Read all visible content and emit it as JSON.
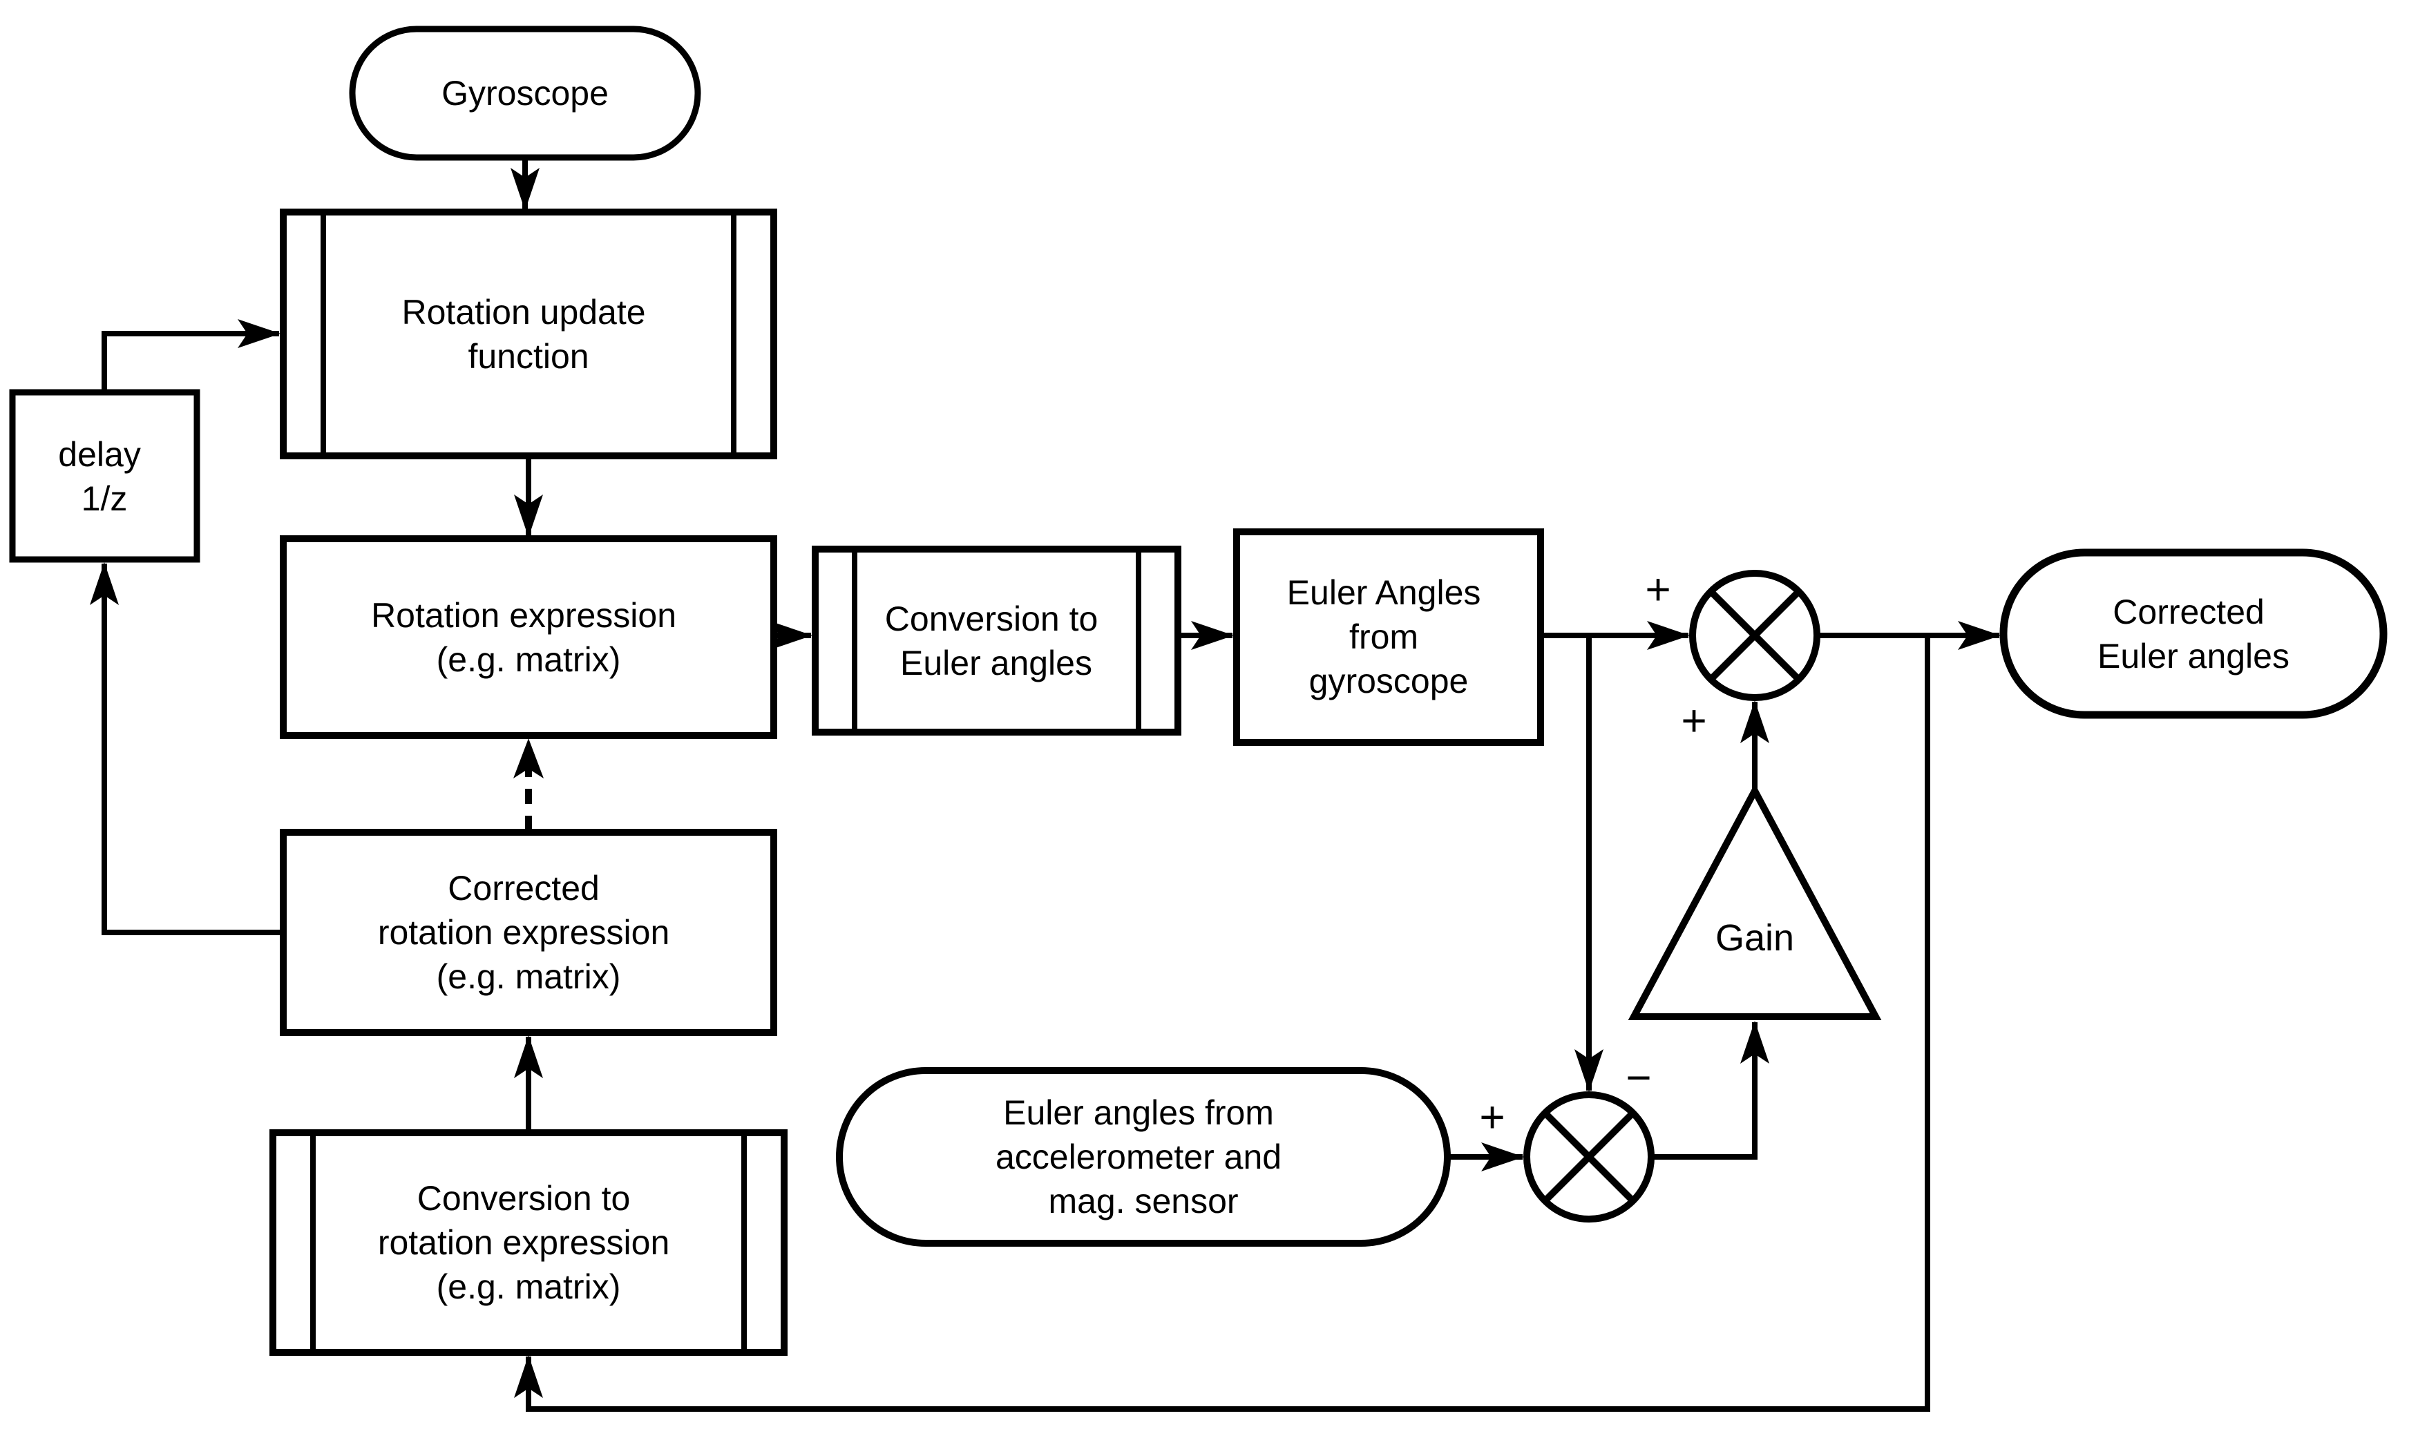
{
  "diagram": {
    "background_color": "#ffffff",
    "line_color": "#000000",
    "nodes": {
      "gyroscope": {
        "type": "terminator",
        "lines": [
          "Gyroscope"
        ]
      },
      "rotation_update": {
        "type": "subroutine",
        "lines": [
          "Rotation update",
          "function"
        ]
      },
      "delay": {
        "type": "process",
        "lines": [
          "delay",
          "1/z"
        ]
      },
      "rotation_expression": {
        "type": "process",
        "lines": [
          "Rotation expression",
          "(e.g. matrix)"
        ]
      },
      "conversion_to_euler": {
        "type": "subroutine",
        "lines": [
          "Conversion to",
          "Euler angles"
        ]
      },
      "euler_from_gyro": {
        "type": "process",
        "lines": [
          "Euler Angles",
          "from",
          "gyroscope"
        ]
      },
      "corrected_euler": {
        "type": "terminator",
        "lines": [
          "Corrected",
          "Euler angles"
        ]
      },
      "gain": {
        "type": "gain-triangle",
        "lines": [
          "Gain"
        ]
      },
      "euler_from_accel": {
        "type": "terminator",
        "lines": [
          "Euler angles from",
          "accelerometer and",
          "mag. sensor"
        ]
      },
      "corrected_rotation": {
        "type": "process",
        "lines": [
          "Corrected",
          "rotation expression",
          "(e.g. matrix)"
        ]
      },
      "conversion_to_rotation": {
        "type": "subroutine",
        "lines": [
          "Conversion to",
          "rotation expression",
          "(e.g. matrix)"
        ]
      }
    },
    "summing_junctions": {
      "sum_output": {
        "symbol": "circle-cross",
        "sign_left_input": "+",
        "sign_bottom_input": "+"
      },
      "sum_error": {
        "symbol": "circle-cross",
        "sign_left_input": "+",
        "sign_top_input": "−"
      }
    }
  }
}
